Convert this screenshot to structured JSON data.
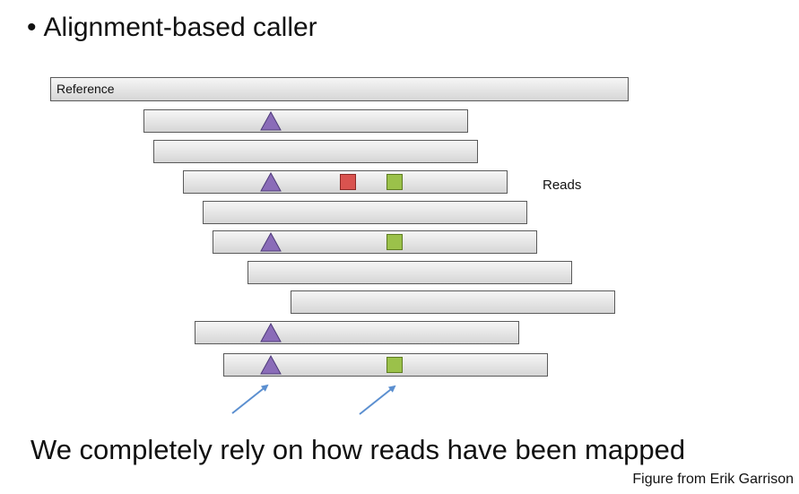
{
  "title": {
    "bullet": "•",
    "text": "Alignment-based caller"
  },
  "diagram": {
    "reference_label": "Reference",
    "reads_label": "Reads",
    "colors": {
      "triangle": "#8a6cb8",
      "red_square": "#d9534f",
      "green_square": "#9bc14a",
      "arrow": "#5b8fd0"
    },
    "reads": [
      {
        "triangle": true,
        "red_square": false,
        "green_square": false
      },
      {
        "triangle": false,
        "red_square": false,
        "green_square": false
      },
      {
        "triangle": true,
        "red_square": true,
        "green_square": true
      },
      {
        "triangle": false,
        "red_square": false,
        "green_square": false
      },
      {
        "triangle": true,
        "red_square": false,
        "green_square": true
      },
      {
        "triangle": false,
        "red_square": false,
        "green_square": false
      },
      {
        "triangle": false,
        "red_square": false,
        "green_square": false
      },
      {
        "triangle": true,
        "red_square": false,
        "green_square": false
      },
      {
        "triangle": true,
        "red_square": false,
        "green_square": true
      }
    ]
  },
  "statement": "We completely rely on how reads have been mapped",
  "credit": "Figure from Erik Garrison"
}
